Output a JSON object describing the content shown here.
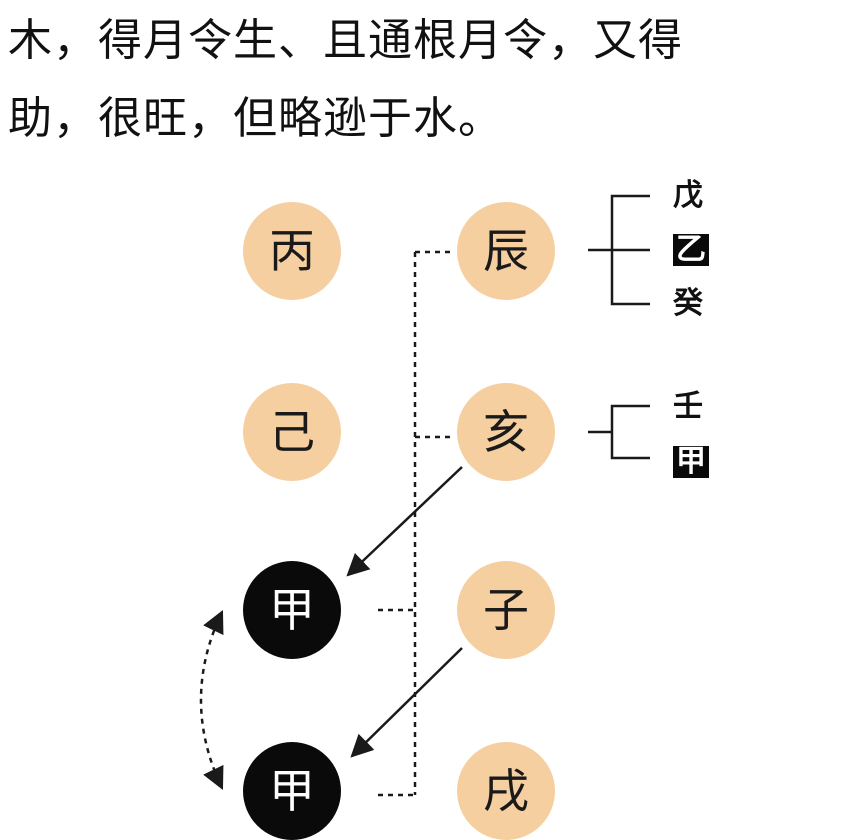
{
  "text": {
    "line1": "木，得月令生、且通根月令，又得",
    "line2": "助，很旺，但略逊于水。"
  },
  "chart": {
    "stems": [
      "丙",
      "己",
      "甲",
      "甲"
    ],
    "branches": [
      "辰",
      "亥",
      "子",
      "戌"
    ],
    "hidden_stems": {
      "chen": [
        "戊",
        "乙",
        "癸"
      ],
      "hai": [
        "壬",
        "甲"
      ]
    },
    "highlighted_hidden": [
      "乙",
      "甲"
    ]
  },
  "colors": {
    "circle_fill": "#f6cfa1",
    "day_master_fill": "#0a0a0a",
    "line_color": "#1a1a1a",
    "background": "#ffffff"
  }
}
